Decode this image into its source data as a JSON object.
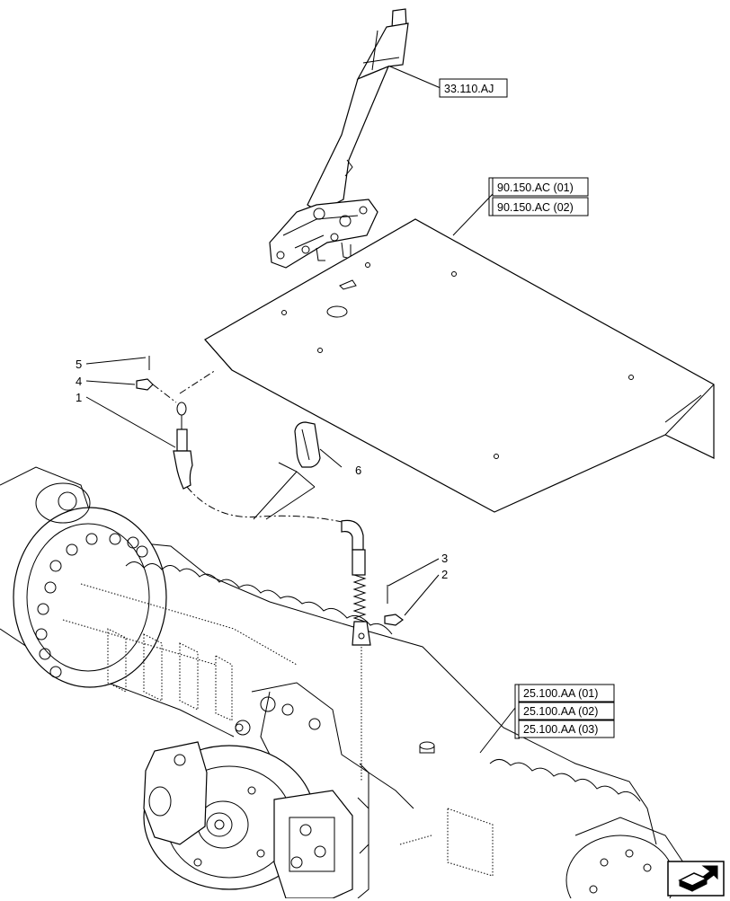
{
  "references": {
    "lever": "33.110.AJ",
    "floor_plate": [
      "90.150.AC (01)",
      "90.150.AC (02)"
    ],
    "axle": [
      "25.100.AA (01)",
      "25.100.AA (02)",
      "25.100.AA (03)"
    ]
  },
  "callouts": {
    "item1": "1",
    "item2": "2",
    "item3": "3",
    "item4": "4",
    "item5": "5",
    "item6": "6"
  },
  "icons": {
    "nav": "next-page-arrow-icon"
  }
}
